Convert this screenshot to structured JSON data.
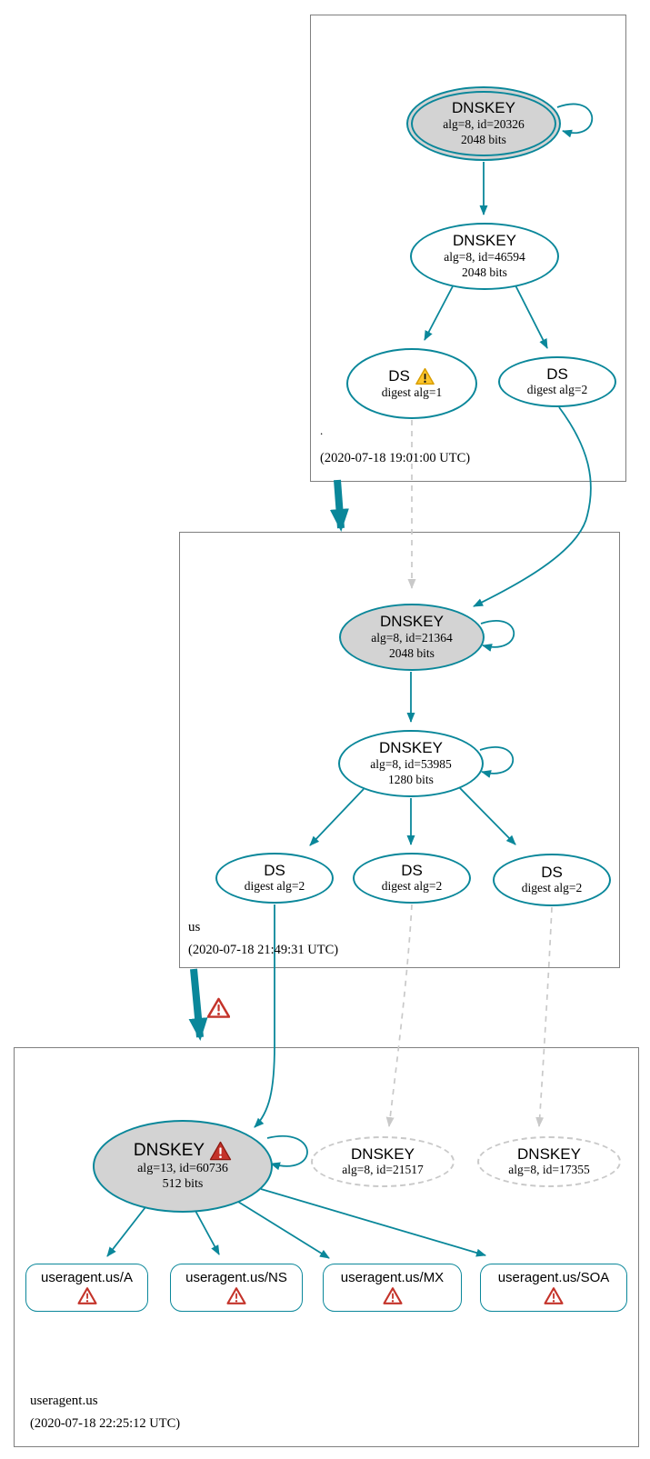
{
  "diagram": {
    "kind": "dnssec-authentication-chain-graph"
  },
  "zones": {
    "root": {
      "label": ".",
      "timestamp": "(2020-07-18 19:01:00 UTC)",
      "nodes": {
        "ksk": {
          "title": "DNSKEY",
          "line1": "alg=8, id=20326",
          "line2": "2048 bits"
        },
        "zsk": {
          "title": "DNSKEY",
          "line1": "alg=8, id=46594",
          "line2": "2048 bits"
        },
        "ds1": {
          "title": "DS",
          "line1": "digest alg=1"
        },
        "ds2": {
          "title": "DS",
          "line1": "digest alg=2"
        }
      }
    },
    "us": {
      "label": "us",
      "timestamp": "(2020-07-18 21:49:31 UTC)",
      "nodes": {
        "ksk": {
          "title": "DNSKEY",
          "line1": "alg=8, id=21364",
          "line2": "2048 bits"
        },
        "zsk": {
          "title": "DNSKEY",
          "line1": "alg=8, id=53985",
          "line2": "1280 bits"
        },
        "ds1": {
          "title": "DS",
          "line1": "digest alg=2"
        },
        "ds2": {
          "title": "DS",
          "line1": "digest alg=2"
        },
        "ds3": {
          "title": "DS",
          "line1": "digest alg=2"
        }
      }
    },
    "useragent": {
      "label": "useragent.us",
      "timestamp": "(2020-07-18 22:25:12 UTC)",
      "nodes": {
        "ksk": {
          "title": "DNSKEY",
          "line1": "alg=13, id=60736",
          "line2": "512 bits"
        },
        "key21517": {
          "title": "DNSKEY",
          "line1": "alg=8, id=21517"
        },
        "key17355": {
          "title": "DNSKEY",
          "line1": "alg=8, id=17355"
        },
        "rrset_a": {
          "label": "useragent.us/A"
        },
        "rrset_ns": {
          "label": "useragent.us/NS"
        },
        "rrset_mx": {
          "label": "useragent.us/MX"
        },
        "rrset_soa": {
          "label": "useragent.us/SOA"
        }
      }
    }
  },
  "icons": {
    "warning": "warning-triangle-yellow",
    "error": "error-triangle-red"
  },
  "colors": {
    "edge_secure": "#0a879a",
    "node_fill_signing": "#d3d3d3",
    "dashed_gray": "#c9c9c9",
    "box_border": "#7f7f7f",
    "warning_yellow": "#fbc52d",
    "error_red": "#c4332a"
  }
}
